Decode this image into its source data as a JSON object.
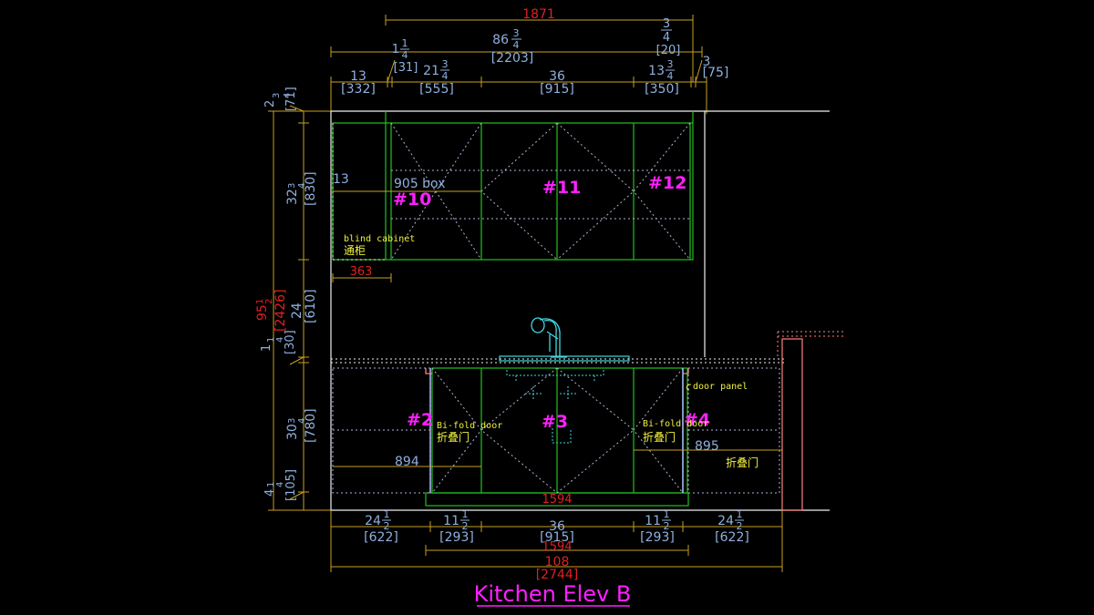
{
  "colors": {
    "background": "#000000",
    "dim_line": "#c8a020",
    "dim_text": "#8fb0e0",
    "red_text": "#e02020",
    "green": "#20c020",
    "white": "#f0f0f0",
    "magenta": "#ff20ff",
    "yellow": "#f0f040",
    "cyan": "#40d8e0",
    "salmon": "#ff8080"
  },
  "title": "Kitchen Elev B",
  "top_dims": {
    "overall_red": "1871",
    "d86": {
      "whole": "86",
      "num": "3",
      "den": "4",
      "mm": "[2203]"
    },
    "d_top3_4": {
      "num": "3",
      "den": "4",
      "mm": "[20]"
    },
    "d1_1_4": {
      "whole": "1",
      "num": "1",
      "den": "4",
      "mm": "[31]"
    },
    "d13": {
      "whole": "13",
      "mm": "[332]"
    },
    "d21": {
      "whole": "21",
      "num": "3",
      "den": "4",
      "mm": "[555]"
    },
    "d36": {
      "whole": "36",
      "mm": "[915]"
    },
    "d13b": {
      "whole": "13",
      "num": "3",
      "den": "4",
      "mm": "[350]"
    },
    "d3": {
      "whole": "3",
      "mm": "[75]"
    }
  },
  "left_dims": {
    "d2_3_4": {
      "whole": "2",
      "num": "3",
      "den": "4",
      "mm": "[71]"
    },
    "d32": {
      "whole": "32",
      "num": "3",
      "den": "4",
      "mm": "[830]"
    },
    "d24": {
      "whole": "24",
      "mm": "[610]"
    },
    "d95": {
      "whole": "95",
      "num": "1",
      "den": "2",
      "mm": "[2426]"
    },
    "d1_1_4": {
      "whole": "1",
      "num": "1",
      "den": "4",
      "mm": "[30]"
    },
    "d30": {
      "whole": "30",
      "num": "3",
      "den": "4",
      "mm": "[780]"
    },
    "d4": {
      "whole": "4",
      "num": "1",
      "den": "4",
      "mm": "[105]"
    }
  },
  "bottom_dims": {
    "a": {
      "whole": "24",
      "num": "1",
      "den": "2",
      "mm": "[622]"
    },
    "b": {
      "whole": "11",
      "num": "1",
      "den": "2",
      "mm": "[293]"
    },
    "c": {
      "whole": "36",
      "mm": "[915]"
    },
    "d": {
      "whole": "11",
      "num": "1",
      "den": "2",
      "mm": "[293]"
    },
    "e": {
      "whole": "24",
      "num": "1",
      "den": "2",
      "mm": "[622]"
    },
    "red_1594": "1594",
    "total": {
      "whole": "108",
      "mm": "[2744]"
    }
  },
  "cabinets": {
    "c10": "#10",
    "c11": "#11",
    "c12": "#12",
    "c2": "#2",
    "c3": "#3",
    "c4": "#4"
  },
  "annotations": {
    "box_905": "905 box",
    "dim_13": "13",
    "dim_363": "363",
    "blind_cabinet": "blind cabinet",
    "blind_cabinet_cn": "通柜",
    "bifold_left": "Bi-fold door",
    "bifold_left_cn": "折叠门",
    "bifold_right": "Bi-fold door",
    "bifold_right_cn": "折叠门",
    "door_panel": "door panel",
    "dim_894": "894",
    "dim_895": "895",
    "fold_cn_right": "折叠门",
    "red_1594_base": "1594"
  }
}
